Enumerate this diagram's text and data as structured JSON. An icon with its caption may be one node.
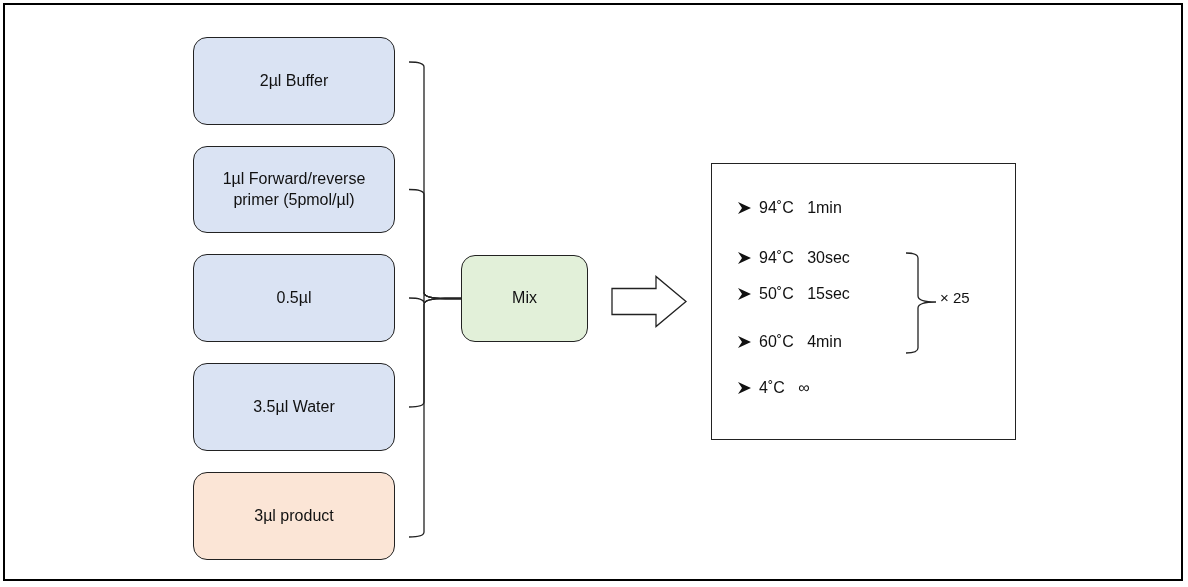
{
  "diagram": {
    "nodes": [
      {
        "text": [
          "2µl Buffer"
        ]
      },
      {
        "text": [
          "1µl Forward/reverse primer (5pmol/µl)"
        ]
      },
      {
        "text": [
          "0.5µl"
        ]
      },
      {
        "text": [
          "3.5µl Water"
        ]
      },
      {
        "text": [
          "3µl product"
        ]
      },
      {
        "text": [
          "Mix"
        ]
      },
      {
        "text": [
          "94˚C 1min",
          "94˚C 30sec",
          "50˚C 15sec",
          "60˚C 4min",
          "4˚C ∞",
          "× 25"
        ]
      }
    ],
    "edges": [
      {
        "from": 0,
        "to": 5,
        "arrow": "none"
      },
      {
        "from": 1,
        "to": 5,
        "arrow": "none"
      },
      {
        "from": 2,
        "to": 5,
        "arrow": "none"
      },
      {
        "from": 3,
        "to": 5,
        "arrow": "none"
      },
      {
        "from": 4,
        "to": 5,
        "arrow": "none"
      },
      {
        "from": 5,
        "to": 6,
        "arrow": "to"
      }
    ]
  }
}
